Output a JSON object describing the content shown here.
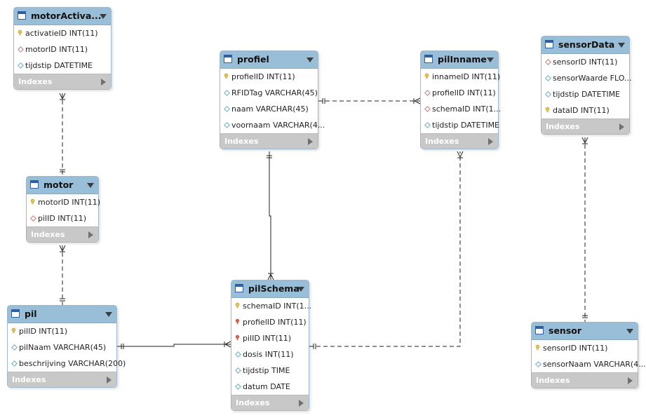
{
  "diagram": {
    "tables": [
      {
        "id": "motorActivatie",
        "name": "motorActiva...",
        "columns": [
          {
            "text": "activatieID INT(11)",
            "icon": "primary-key-icon"
          },
          {
            "text": "motorID INT(11)",
            "icon": "foreign-key-icon"
          },
          {
            "text": "tijdstip DATETIME",
            "icon": "column-icon"
          }
        ]
      },
      {
        "id": "motor",
        "name": "motor",
        "columns": [
          {
            "text": "motorID INT(11)",
            "icon": "primary-key-icon"
          },
          {
            "text": "pilID INT(11)",
            "icon": "foreign-key-icon"
          }
        ]
      },
      {
        "id": "pil",
        "name": "pil",
        "columns": [
          {
            "text": "pilID INT(11)",
            "icon": "primary-key-icon"
          },
          {
            "text": "pilNaam VARCHAR(45)",
            "icon": "column-icon"
          },
          {
            "text": "beschrijving VARCHAR(200)",
            "icon": "column-icon"
          }
        ]
      },
      {
        "id": "profiel",
        "name": "profiel",
        "columns": [
          {
            "text": "profielID INT(11)",
            "icon": "primary-key-icon"
          },
          {
            "text": "RFIDTag VARCHAR(45)",
            "icon": "column-icon"
          },
          {
            "text": "naam VARCHAR(45)",
            "icon": "column-icon"
          },
          {
            "text": "voornaam VARCHAR(4...",
            "icon": "column-icon"
          }
        ]
      },
      {
        "id": "pilInname",
        "name": "pilInname",
        "columns": [
          {
            "text": "innameID INT(11)",
            "icon": "primary-key-icon"
          },
          {
            "text": "profielID INT(11)",
            "icon": "foreign-key-icon"
          },
          {
            "text": "schemaID INT(1...",
            "icon": "foreign-key-icon"
          },
          {
            "text": "tijdstip DATETIME",
            "icon": "column-icon"
          }
        ]
      },
      {
        "id": "pilSchema",
        "name": "pilSchema",
        "columns": [
          {
            "text": "schemaID INT(1...",
            "icon": "primary-key-icon"
          },
          {
            "text": "profielID INT(11)",
            "icon": "primary-foreign-key-icon"
          },
          {
            "text": "pilID INT(11)",
            "icon": "primary-foreign-key-icon"
          },
          {
            "text": "dosis INT(11)",
            "icon": "column-icon"
          },
          {
            "text": "tijdstip TIME",
            "icon": "column-icon"
          },
          {
            "text": "datum DATE",
            "icon": "column-icon"
          }
        ]
      },
      {
        "id": "sensorData",
        "name": "sensorData",
        "columns": [
          {
            "text": "sensorID INT(11)",
            "icon": "foreign-key-icon"
          },
          {
            "text": "sensorWaarde FLO...",
            "icon": "column-icon"
          },
          {
            "text": "tijdstip DATETIME",
            "icon": "column-icon"
          },
          {
            "text": "dataID INT(11)",
            "icon": "primary-key-icon"
          }
        ]
      },
      {
        "id": "sensor",
        "name": "sensor",
        "columns": [
          {
            "text": "sensorID INT(11)",
            "icon": "primary-key-icon"
          },
          {
            "text": "sensorNaam VARCHAR(4...",
            "icon": "column-icon"
          }
        ]
      }
    ],
    "indexes_label": "Indexes",
    "relationships": [
      {
        "from": "motor",
        "to": "motorActivatie",
        "style": "dashed",
        "one_end": "motor",
        "many_end": "motorActivatie"
      },
      {
        "from": "pil",
        "to": "motor",
        "style": "dashed",
        "one_end": "pil",
        "many_end": "motor"
      },
      {
        "from": "pil",
        "to": "pilSchema",
        "style": "solid",
        "one_end": "pil",
        "many_end": "pilSchema"
      },
      {
        "from": "profiel",
        "to": "pilSchema",
        "style": "solid",
        "one_end": "profiel",
        "many_end": "pilSchema"
      },
      {
        "from": "profiel",
        "to": "pilInname",
        "style": "dashed",
        "one_end": "profiel",
        "many_end": "pilInname"
      },
      {
        "from": "pilSchema",
        "to": "pilInname",
        "style": "dashed",
        "one_end": "pilSchema",
        "many_end": "pilInname"
      },
      {
        "from": "sensor",
        "to": "sensorData",
        "style": "dashed",
        "one_end": "sensor",
        "many_end": "sensorData"
      }
    ],
    "colors": {
      "header": "#99bed8",
      "indexes_bar": "#c8c8c8",
      "primary_key": "#f2c94c",
      "primary_foreign_key": "#e05a5a",
      "foreign_key": "#c98e8e",
      "column": "#7fb7c9",
      "line": "#222222"
    }
  }
}
